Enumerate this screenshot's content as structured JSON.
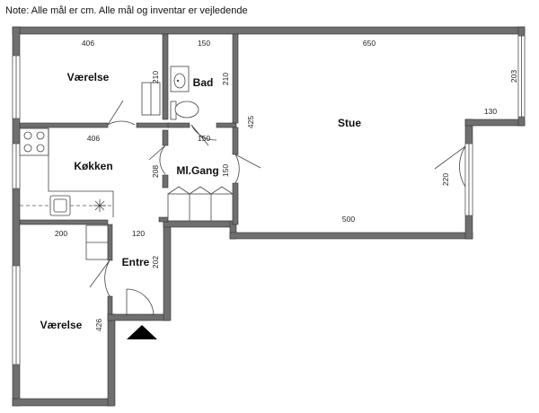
{
  "note": "Note: Alle mål er cm. Alle mål og inventar er vejledende",
  "rooms": {
    "vaerelse_top": "Værelse",
    "bad": "Bad",
    "stue": "Stue",
    "koekken": "Køkken",
    "ml_gang": "Ml.Gang",
    "entre": "Entre",
    "vaerelse_bottom": "Værelse"
  },
  "dimensions": {
    "vaerelse_top_width": "406",
    "bad_width": "150",
    "stue_width": "650",
    "bad_left_height": "210",
    "bad_right_height": "210",
    "stue_window_height": "203",
    "stue_bay_width": "130",
    "stue_left_height": "425",
    "koekken_width": "406",
    "ml_gang_width": "150",
    "koekken_height": "208",
    "ml_gang_height": "150",
    "stue_bay_height": "220",
    "stue_bottom_width": "500",
    "vaerelse_bottom_width": "200",
    "entre_width": "120",
    "entre_height": "202",
    "vaerelse_bottom_height": "426"
  },
  "colors": {
    "wall": "#6f6f6f",
    "entrance_marker": "#000000"
  },
  "icons": {
    "entrance": "entrance-triangle-icon"
  }
}
